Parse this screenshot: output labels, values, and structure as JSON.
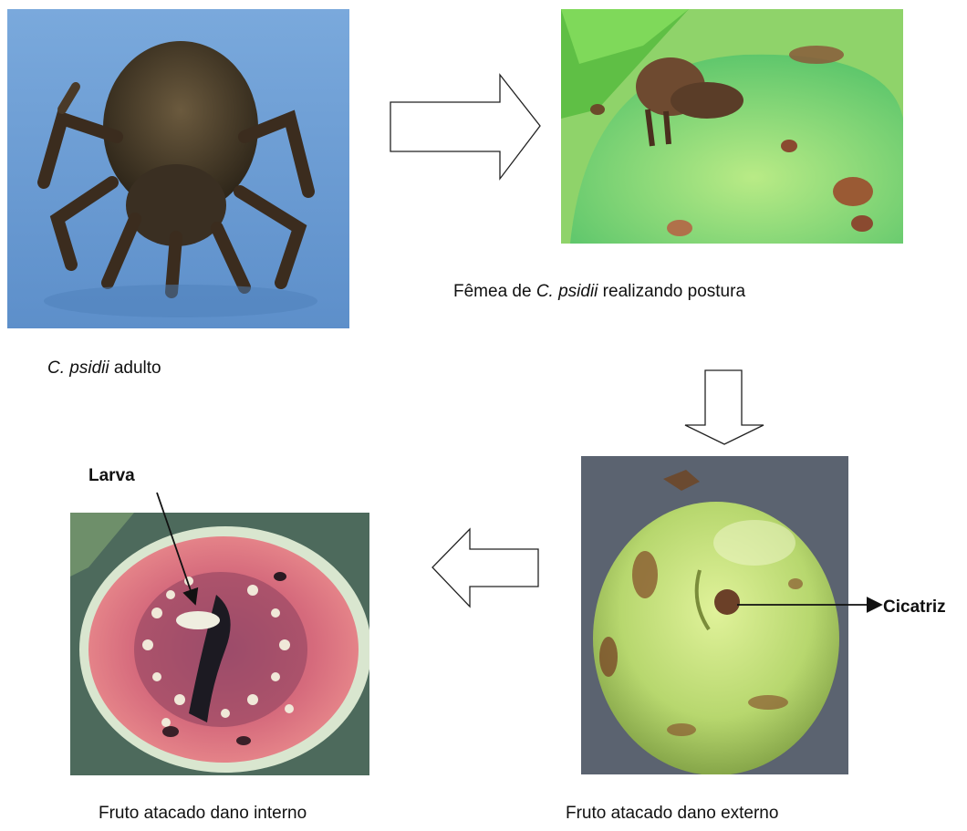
{
  "panels": {
    "adult": {
      "caption_species": "C. psidii",
      "caption_text": " adulto"
    },
    "oviposition": {
      "caption_prefix": "Fêmea de ",
      "caption_species": "C. psidii",
      "caption_suffix": " realizando postura"
    },
    "external_damage": {
      "caption": "Fruto atacado dano externo",
      "label": "Cicatriz"
    },
    "internal_damage": {
      "caption": "Fruto atacado dano interno",
      "label": "Larva"
    }
  },
  "colors": {
    "background": "#ffffff",
    "arrow_stroke": "#222222",
    "photo_blue": "#6f9fd6",
    "guava_green": "#a9d86a",
    "guava_pink": "#d96a7c"
  }
}
